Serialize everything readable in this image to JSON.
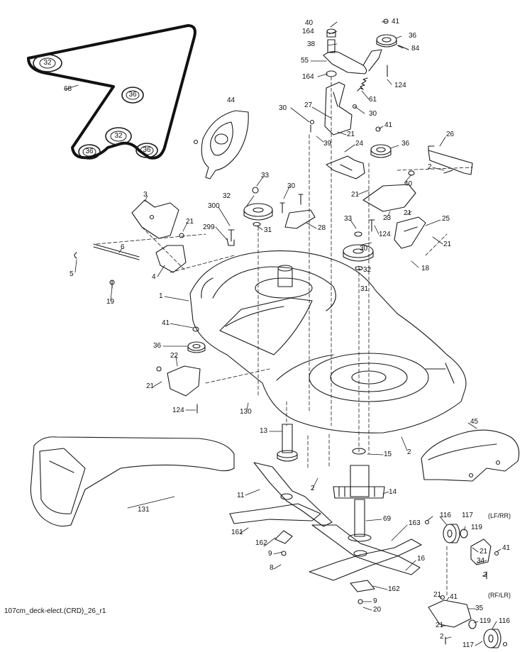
{
  "diagram": {
    "caption": "107cm_deck-elect.(CRD)_26_r1",
    "variant_front": "(LF/RR)",
    "variant_rear": "(RF/LR)",
    "belt_ring_labels": [
      "32",
      "36",
      "32",
      "36",
      "36"
    ],
    "callouts": [
      "40",
      "164",
      "38",
      "55",
      "164",
      "41",
      "36",
      "84",
      "124",
      "61",
      "44",
      "68",
      "30",
      "27",
      "30",
      "21",
      "41",
      "39",
      "24",
      "36",
      "26",
      "2",
      "21",
      "40",
      "33",
      "32",
      "30",
      "300",
      "299",
      "31",
      "28",
      "3",
      "21",
      "6",
      "5",
      "4",
      "19",
      "33",
      "124",
      "30",
      "32",
      "31",
      "23",
      "21",
      "25",
      "21",
      "18",
      "1",
      "41",
      "36",
      "22",
      "21",
      "124",
      "130",
      "45",
      "13",
      "15",
      "2",
      "2",
      "14",
      "131",
      "11",
      "69",
      "163",
      "161",
      "162",
      "9",
      "8",
      "16",
      "162",
      "9",
      "20",
      "116",
      "117",
      "119",
      "21",
      "41",
      "34",
      "2",
      "21",
      "41",
      "35",
      "21",
      "119",
      "116",
      "2",
      "117"
    ]
  }
}
